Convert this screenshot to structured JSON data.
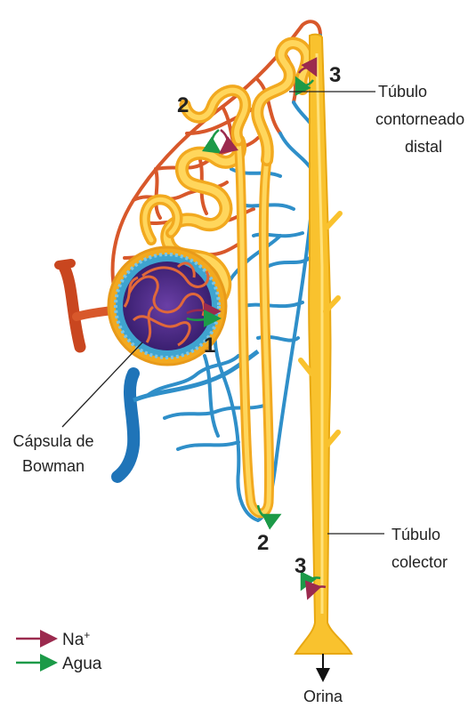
{
  "labels": {
    "distal_tubule": [
      "Túbulo",
      "contorneado",
      "distal"
    ],
    "bowman_capsule": [
      "Cápsula de",
      "Bowman"
    ],
    "collecting_duct": [
      "Túbulo",
      "colector"
    ],
    "urine": "Orina"
  },
  "numbers": {
    "one": "1",
    "two_top": "2",
    "two_bottom": "2",
    "three_top": "3",
    "three_bottom": "3"
  },
  "legend": {
    "na_label": "Na",
    "na_sup": "+",
    "water_label": "Agua"
  },
  "colors": {
    "sodium_arrow": "#9b2a4e",
    "water_arrow": "#1c9a48",
    "artery": "#d8582b",
    "vein": "#2f8fc9",
    "tubule": "#f9c22e",
    "glomerulus_core": "#4a2a86"
  }
}
